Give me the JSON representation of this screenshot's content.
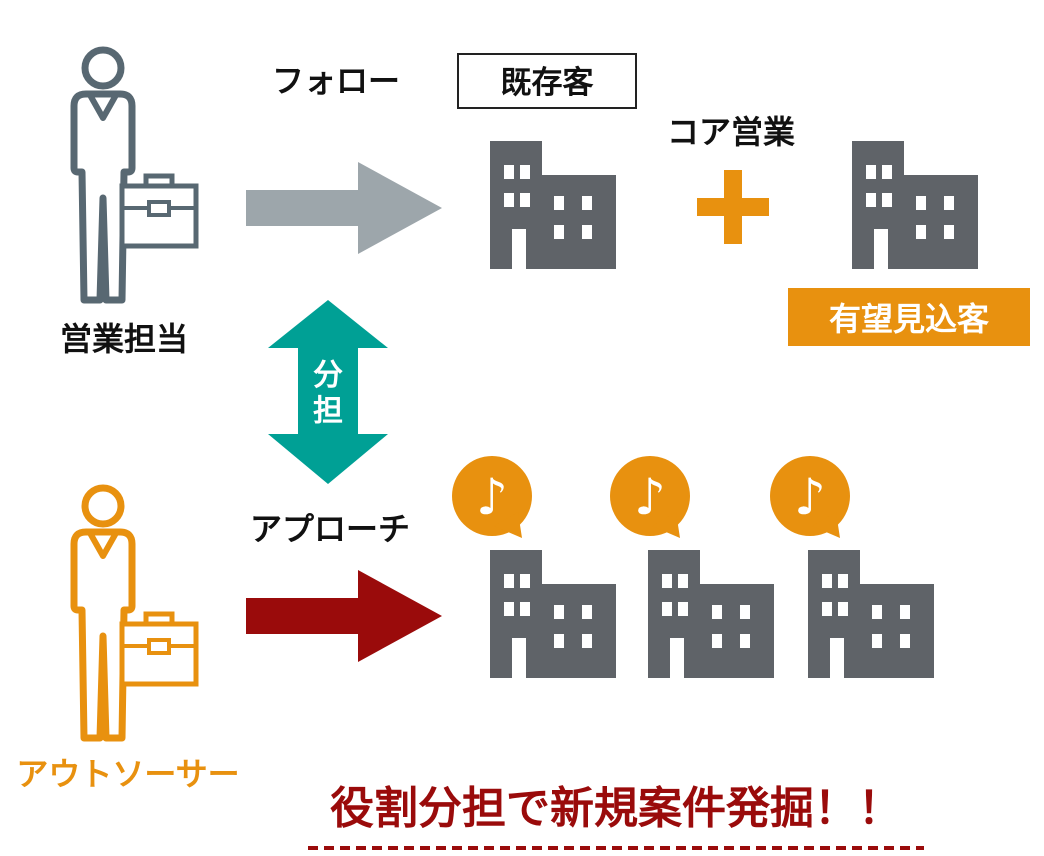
{
  "labels": {
    "sales_rep": "営業担当",
    "outsourcer": "アウトソーサー",
    "follow": "フォロー",
    "existing_customers": "既存客",
    "core_sales": "コア営業",
    "prospects": "有望見込客",
    "share_top": "分",
    "share_bottom": "担",
    "approach": "アプローチ",
    "note_symbol": "♪",
    "conclusion": "役割分担で新規案件発掘！！"
  },
  "colors": {
    "sales_rep": "#586872",
    "outsourcer": "#e8910f",
    "gray_arrow": "#9da6ab",
    "teal_arrow": "#00a095",
    "red_arrow": "#9a0b0b",
    "building": "#5f6368",
    "orange": "#e8910f",
    "conclusion_text": "#9a0b0b",
    "dashed_line": "#9a0b0b"
  },
  "icons": {
    "person": "person-with-briefcase-icon",
    "building": "office-building-icon",
    "speech": "speech-bubble-music-note-icon",
    "plus": "plus-icon"
  }
}
